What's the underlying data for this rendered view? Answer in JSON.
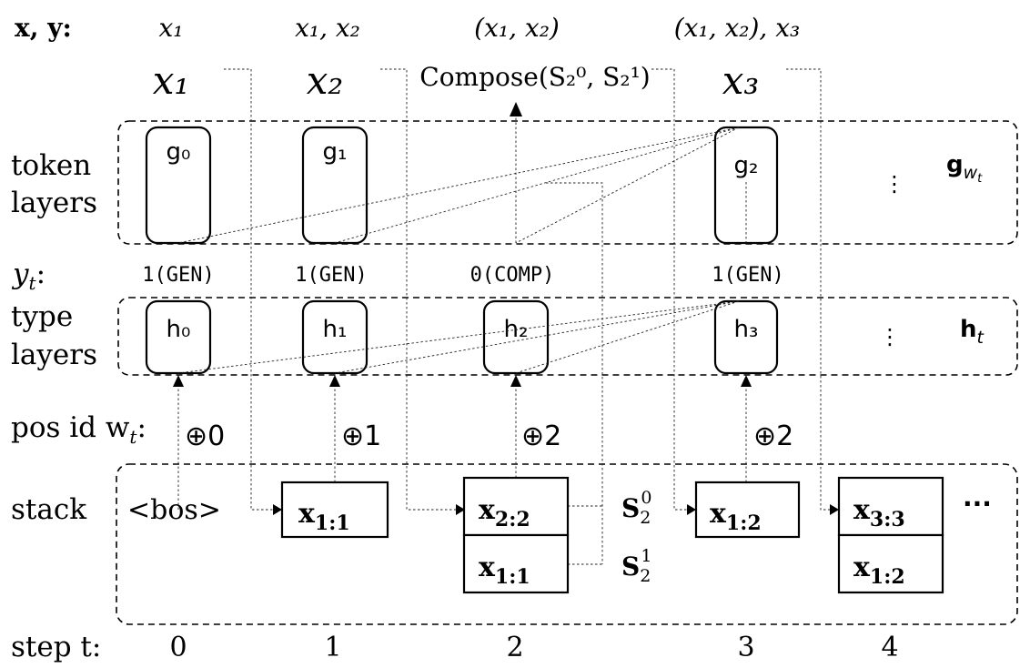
{
  "rows": {
    "xy": "x, y:",
    "token_layers": [
      "token",
      "layers"
    ],
    "yt": "y",
    "yt_sub": "t",
    "yt_colon": ":",
    "type_layers": [
      "type",
      "layers"
    ],
    "posid": "pos id w",
    "posid_sub": "t",
    "posid_colon": ":",
    "stack": "stack",
    "step": "step t:"
  },
  "outputs": {
    "y0": "x₁",
    "y1": "x₁, x₂",
    "y2": "(x₁, x₂)",
    "y3": "(x₁, x₂), x₃"
  },
  "tokens": {
    "x1": "x₁",
    "x2": "x₂",
    "compose": "Compose(S₂⁰, S₂¹)",
    "x3": "x₃"
  },
  "token_nodes": {
    "g0": "g₀",
    "g1": "g₁",
    "g2": "g₂",
    "vdots": "⋮",
    "gwt": "g",
    "gwt_sub": "w",
    "gwt_subsub": "t"
  },
  "types": [
    "1(GEN)",
    "1(GEN)",
    "0(COMP)",
    "1(GEN)"
  ],
  "type_nodes": {
    "h0": "h₀",
    "h1": "h₁",
    "h2": "h₂",
    "h3": "h₃",
    "vdots": "⋮",
    "ht": "h",
    "ht_sub": "t"
  },
  "pos": [
    "⊕0",
    "⊕1",
    "⊕2",
    "⊕2"
  ],
  "stack": {
    "bos": "<bos>",
    "s1": "x",
    "s1_sub": "1:1",
    "s2_top": "x",
    "s2_top_sub": "2:2",
    "s2_bot": "x",
    "s2_bot_sub": "1:1",
    "S0": "S",
    "S0_sub": "2",
    "S0_sup": "0",
    "S1": "S",
    "S1_sub": "2",
    "S1_sup": "1",
    "s3": "x",
    "s3_sub": "1:2",
    "s4_top": "x",
    "s4_top_sub": "3:3",
    "s4_bot": "x",
    "s4_bot_sub": "1:2",
    "more": "···"
  },
  "steps": [
    "0",
    "1",
    "2",
    "3",
    "4"
  ]
}
